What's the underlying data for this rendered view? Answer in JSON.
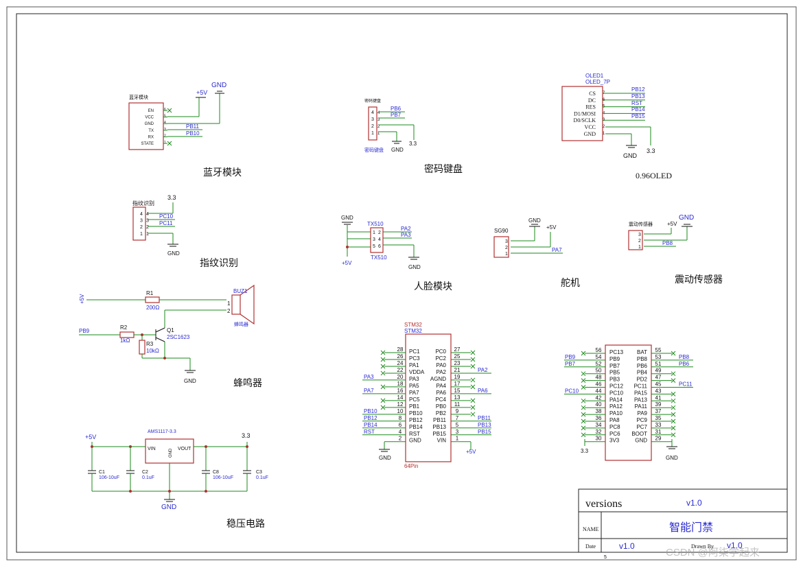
{
  "captions": {
    "bluetooth": "蓝牙模块",
    "keypad": "密码键盘",
    "oled": "0.96OLED",
    "fingerprint": "指纹识别",
    "face": "人脸模块",
    "servo": "舵机",
    "vibration": "震动传感器",
    "buzzer": "蜂鸣器",
    "regulator": "稳压电路"
  },
  "bluetooth": {
    "title": "蓝牙模块",
    "pins": [
      "EN",
      "VCC",
      "GND",
      "TX",
      "RX",
      "STATE"
    ],
    "nums": [
      "6",
      "5",
      "4",
      "3",
      "2",
      "1"
    ],
    "nets": [
      "PB11",
      "PB10"
    ],
    "vcc": "+5V",
    "gnd": "GND"
  },
  "keypad": {
    "title": "密码键盘",
    "sub": "密码键盘",
    "nums": [
      "4",
      "3",
      "2",
      "1"
    ],
    "nets": [
      "PB6",
      "PB7"
    ],
    "gnd": "GND",
    "v33": "3.3"
  },
  "oled": {
    "ref": "OLED1",
    "part": "OLED_7P",
    "pins": [
      "CS",
      "DC",
      "RES",
      "D1/MOSI",
      "D0/SCLK",
      "VCC",
      "GND"
    ],
    "nums": [
      "7",
      "6",
      "5",
      "4",
      "3",
      "2",
      "1"
    ],
    "nets": [
      "PB12",
      "PB13",
      "RST",
      "PB14",
      "PB15"
    ],
    "gnd": "GND",
    "v33": "3.3"
  },
  "fingerprint": {
    "title": "指纹识别",
    "nums": [
      "4",
      "3",
      "2",
      "1"
    ],
    "nets": [
      "PC10",
      "PC11"
    ],
    "v33": "3.3",
    "gnd": "GND"
  },
  "face": {
    "ref": "TX510",
    "part": "TX510",
    "nets": [
      "PA2",
      "PA3"
    ],
    "gnd": "GND",
    "vcc": "+5V",
    "gnd2": "GND"
  },
  "servo": {
    "ref": "SG90",
    "gnd": "GND",
    "vcc": "+5V",
    "net": "PA7",
    "nums": [
      "3",
      "2",
      "1"
    ]
  },
  "vibration": {
    "ref": "震动传感器",
    "vcc": "+5V",
    "gnd": "GND",
    "net": "PB8",
    "nums": [
      "3",
      "2",
      "1"
    ]
  },
  "buzzer": {
    "r1": "R1",
    "r1v": "200Ω",
    "r2": "R2",
    "r2v": "1kΩ",
    "r3": "R3",
    "r3v": "10kΩ",
    "q": "Q1",
    "qv": "2SC1623",
    "buz": "BUZ1",
    "buzv": "蜂鸣器",
    "vcc": "+5V",
    "net": "PB9",
    "gnd": "GND"
  },
  "regulator": {
    "ic": "AMS1117-3.3",
    "vin": "VIN",
    "vout": "VOUT",
    "gndpin": "GND",
    "in": "+5V",
    "out": "3.3",
    "gnd": "GND",
    "c1": "C1",
    "c1v": "106-10uF",
    "c2": "C2",
    "c2v": "0.1uF",
    "c8": "C8",
    "c8v": "106-10uF",
    "c3": "C3",
    "c3v": "0.1uF"
  },
  "mcu": {
    "name": "STM32",
    "sub": "STM32",
    "pkg": "64Pin",
    "left": [
      {
        "n": "28",
        "p": "PC1",
        "net": ""
      },
      {
        "n": "26",
        "p": "PC3",
        "net": ""
      },
      {
        "n": "24",
        "p": "PA1",
        "net": ""
      },
      {
        "n": "22",
        "p": "VDDA",
        "net": ""
      },
      {
        "n": "20",
        "p": "PA3",
        "net": "PA3"
      },
      {
        "n": "18",
        "p": "PA5",
        "net": ""
      },
      {
        "n": "16",
        "p": "PA7",
        "net": "PA7"
      },
      {
        "n": "14",
        "p": "PC5",
        "net": ""
      },
      {
        "n": "12",
        "p": "PB1",
        "net": ""
      },
      {
        "n": "10",
        "p": "PB10",
        "net": "PB10"
      },
      {
        "n": "8",
        "p": "PB12",
        "net": "PB12"
      },
      {
        "n": "6",
        "p": "PB14",
        "net": "PB14"
      },
      {
        "n": "4",
        "p": "RST",
        "net": "RST"
      },
      {
        "n": "2",
        "p": "GND",
        "net": ""
      }
    ],
    "right": [
      {
        "n": "27",
        "p": "PC0",
        "net": ""
      },
      {
        "n": "25",
        "p": "PC2",
        "net": ""
      },
      {
        "n": "23",
        "p": "PA0",
        "net": ""
      },
      {
        "n": "21",
        "p": "PA2",
        "net": "PA2"
      },
      {
        "n": "19",
        "p": "AGND",
        "net": ""
      },
      {
        "n": "17",
        "p": "PA4",
        "net": ""
      },
      {
        "n": "15",
        "p": "PA6",
        "net": "PA6"
      },
      {
        "n": "13",
        "p": "PC4",
        "net": ""
      },
      {
        "n": "11",
        "p": "PB0",
        "net": ""
      },
      {
        "n": "9",
        "p": "PB2",
        "net": ""
      },
      {
        "n": "7",
        "p": "PB11",
        "net": "PB11"
      },
      {
        "n": "5",
        "p": "PB13",
        "net": "PB13"
      },
      {
        "n": "3",
        "p": "PB15",
        "net": "PB15"
      },
      {
        "n": "1",
        "p": "VIN",
        "net": ""
      }
    ],
    "gnd": "GND",
    "vcc": "+5V"
  },
  "mcu2": {
    "left": [
      {
        "n": "56",
        "p": "PC13",
        "net": ""
      },
      {
        "n": "54",
        "p": "PB9",
        "net": "PB9"
      },
      {
        "n": "52",
        "p": "PB7",
        "net": "PB7"
      },
      {
        "n": "50",
        "p": "PB5",
        "net": ""
      },
      {
        "n": "48",
        "p": "PB3",
        "net": ""
      },
      {
        "n": "46",
        "p": "PC12",
        "net": ""
      },
      {
        "n": "44",
        "p": "PC10",
        "net": "PC10"
      },
      {
        "n": "42",
        "p": "PA14",
        "net": ""
      },
      {
        "n": "40",
        "p": "PA12",
        "net": ""
      },
      {
        "n": "38",
        "p": "PA10",
        "net": ""
      },
      {
        "n": "36",
        "p": "PA8",
        "net": ""
      },
      {
        "n": "34",
        "p": "PC8",
        "net": ""
      },
      {
        "n": "32",
        "p": "PC6",
        "net": ""
      },
      {
        "n": "30",
        "p": "3V3",
        "net": ""
      }
    ],
    "right": [
      {
        "n": "55",
        "p": "BAT",
        "net": ""
      },
      {
        "n": "53",
        "p": "PB8",
        "net": "PB8"
      },
      {
        "n": "51",
        "p": "PB6",
        "net": "PB6"
      },
      {
        "n": "49",
        "p": "PB4",
        "net": ""
      },
      {
        "n": "47",
        "p": "PD2",
        "net": ""
      },
      {
        "n": "45",
        "p": "PC11",
        "net": "PC11"
      },
      {
        "n": "43",
        "p": "PA15",
        "net": ""
      },
      {
        "n": "41",
        "p": "PA13",
        "net": ""
      },
      {
        "n": "39",
        "p": "PA11",
        "net": ""
      },
      {
        "n": "37",
        "p": "PA9",
        "net": ""
      },
      {
        "n": "35",
        "p": "PC9",
        "net": ""
      },
      {
        "n": "33",
        "p": "PC7",
        "net": ""
      },
      {
        "n": "31",
        "p": "BOOT",
        "net": ""
      },
      {
        "n": "29",
        "p": "GND",
        "net": ""
      }
    ],
    "v33": "3.3",
    "gnd": "GND"
  },
  "titleblock": {
    "versions_label": "versions",
    "versions_value": "v1.0",
    "name_label": "NAME",
    "name_value": "智能门禁",
    "date_label": "Date",
    "date_value": "v1.0",
    "drawn_label": "Drawn By",
    "drawn_value": "v1.0",
    "sheet": "5"
  },
  "watermark": "CSDN @阿柒学起来"
}
